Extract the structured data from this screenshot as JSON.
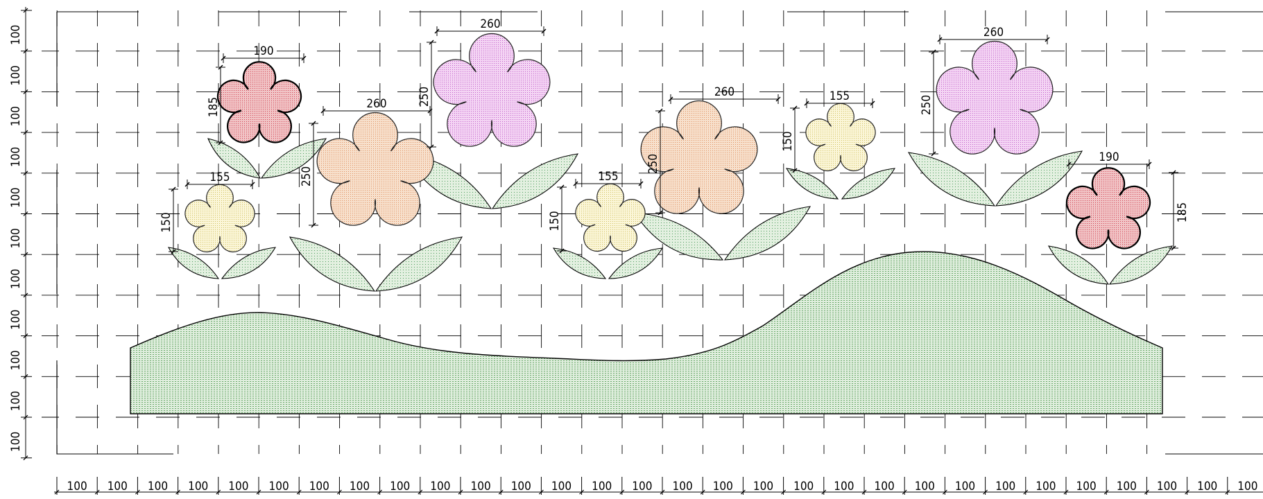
{
  "grid": {
    "cell_label": "100",
    "columns": 30,
    "rows": 11
  },
  "colors": {
    "line": "#000000",
    "hill_fill": "#dfeedd",
    "hill_pattern": "#6aa86a",
    "leaf_fill": "#e3f0e0",
    "leaf_pattern": "#4a9a5a",
    "flower_red": "#f1c4c6",
    "flower_red_pattern": "#d04050",
    "flower_pink": "#f4d4f4",
    "flower_pink_pattern": "#c060c8",
    "flower_orange": "#f7e0cc",
    "flower_orange_pattern": "#e09060",
    "flower_yellow": "#fbf6d8",
    "flower_yellow_pattern": "#d0c060"
  },
  "flowers": [
    {
      "color": "red",
      "width_label": "190",
      "height_label": "185"
    },
    {
      "color": "yellow",
      "width_label": "155",
      "height_label": "150"
    },
    {
      "color": "orange",
      "width_label": "260",
      "height_label": "250"
    },
    {
      "color": "pink",
      "width_label": "260",
      "height_label": "250"
    },
    {
      "color": "yellow",
      "width_label": "155",
      "height_label": "150"
    },
    {
      "color": "orange",
      "width_label": "260",
      "height_label": "250"
    },
    {
      "color": "yellow",
      "width_label": "155",
      "height_label": "150"
    },
    {
      "color": "pink",
      "width_label": "260",
      "height_label": "250"
    },
    {
      "color": "red",
      "width_label": "190",
      "height_label": "185"
    }
  ]
}
